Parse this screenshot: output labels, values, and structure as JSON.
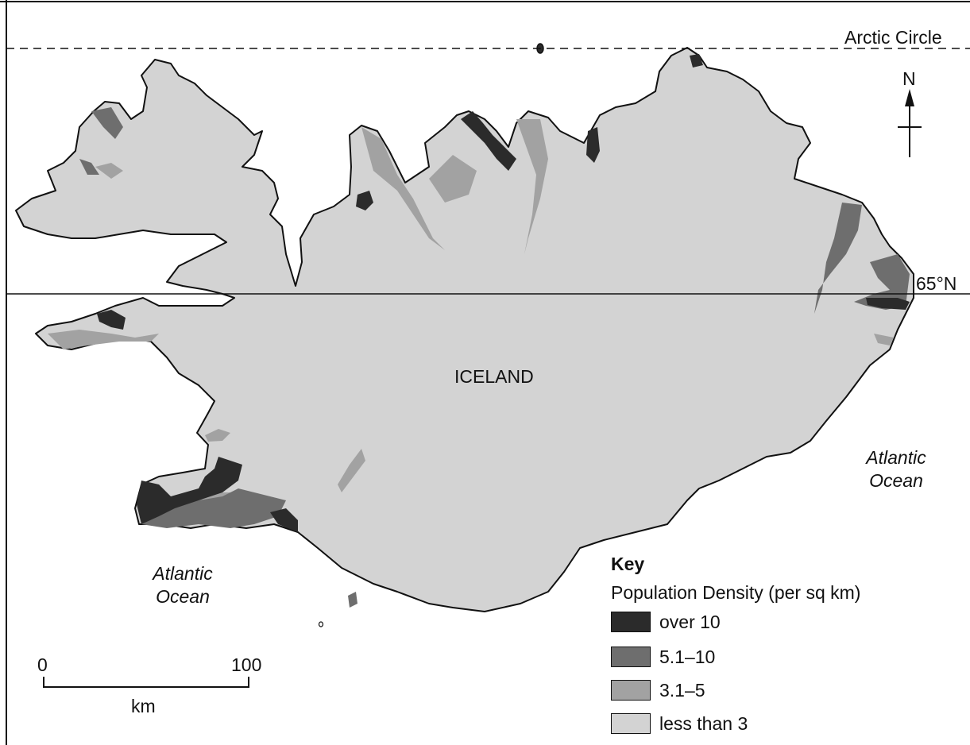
{
  "map": {
    "country_label": "ICELAND",
    "lines": {
      "arctic_circle": "Arctic Circle",
      "latitude_65": "65°N"
    },
    "oceans": [
      {
        "text_line1": "Atlantic",
        "text_line2": "Ocean"
      },
      {
        "text_line1": "Atlantic",
        "text_line2": "Ocean"
      }
    ],
    "north_arrow": {
      "label": "N"
    },
    "scale_bar": {
      "start": "0",
      "end": "100",
      "unit": "km"
    },
    "key": {
      "title": "Key",
      "subtitle": "Population Density (per sq km)",
      "items": [
        {
          "label": "over 10",
          "color": "#2b2b2b"
        },
        {
          "label": "5.1–10",
          "color": "#6e6e6e"
        },
        {
          "label": "3.1–5",
          "color": "#a2a2a2"
        },
        {
          "label": "less than 3",
          "color": "#d3d3d3"
        }
      ]
    },
    "colors": {
      "land": "#d3d3d3",
      "outline": "#111111",
      "background": "#ffffff"
    }
  }
}
